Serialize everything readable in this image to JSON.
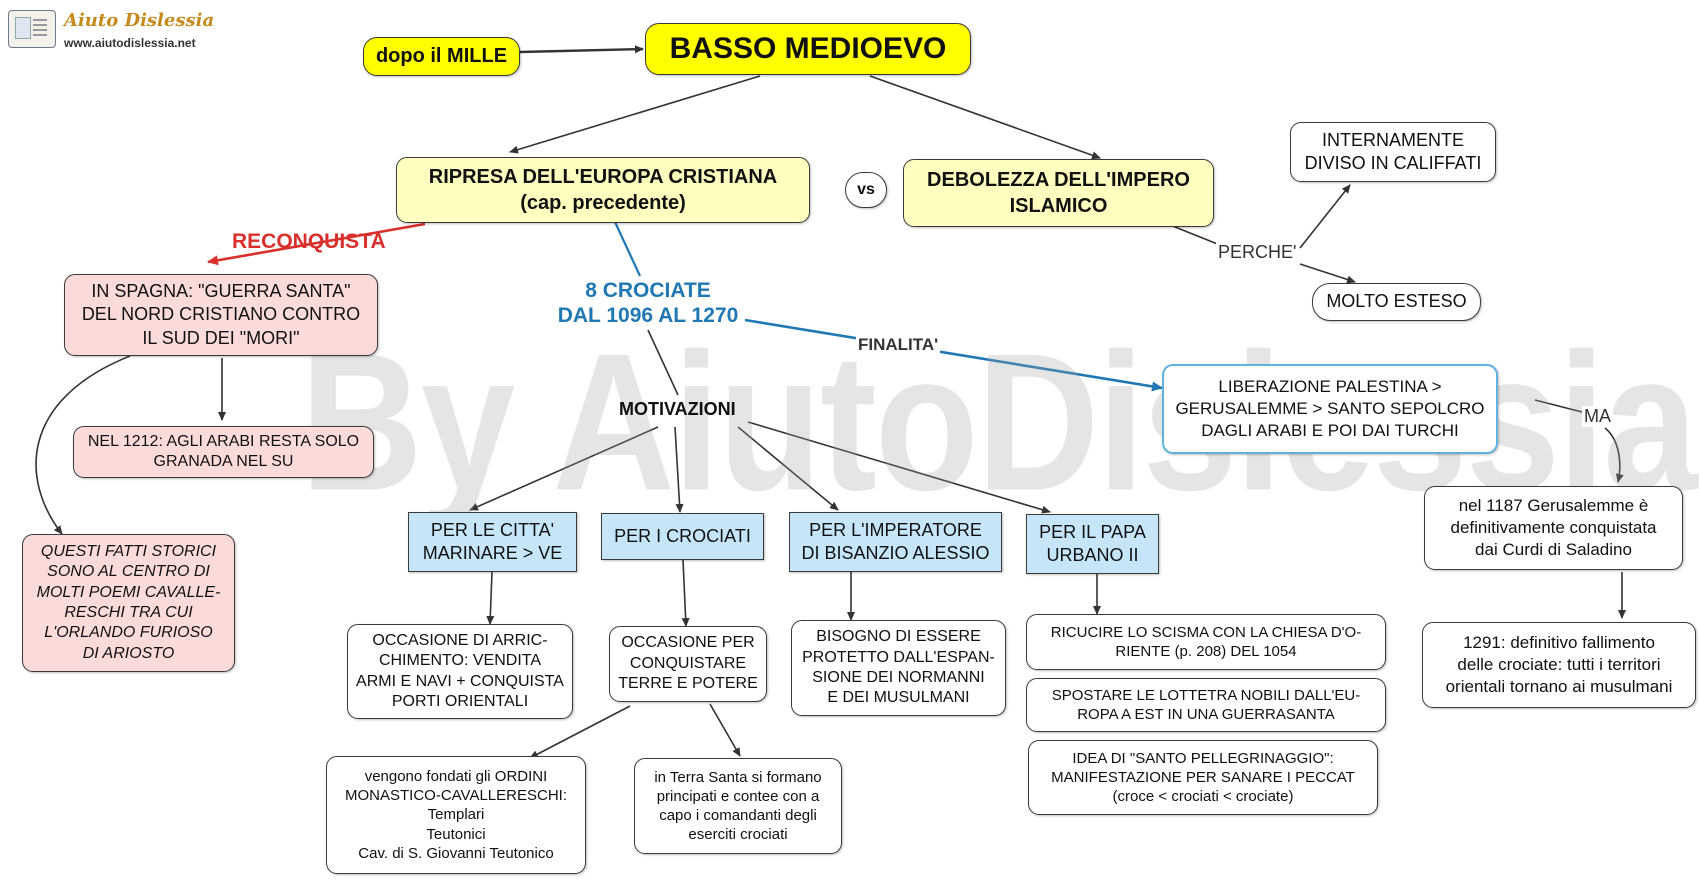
{
  "logo": {
    "title": "Aiuto Dislessia",
    "url": "www.aiutodislessia.net",
    "icon": "book-icon"
  },
  "watermark": "By AiutoDislessia.net",
  "nodes": {
    "dopo_mille": "dopo il MILLE",
    "basso_medioevo": "BASSO MEDIOEVO",
    "ripresa": "RIPRESA DELL'EUROPA CRISTIANA\n(cap. precedente)",
    "vs": "vs",
    "debolezza": "DEBOLEZZA DELL'IMPERO\nISLAMICO",
    "internamente": "INTERNAMENTE\nDIVISO IN CALIFFATI",
    "molto_esteso": "MOLTO ESTESO",
    "spagna": "IN SPAGNA: \"GUERRA SANTA\"\nDEL NORD CRISTIANO CONTRO\nIL SUD DEI \"MORI\"",
    "nel_1212": "NEL 1212: AGLI ARABI RESTA SOLO\nGRANADA NEL SU",
    "fatti_storici": "QUESTI FATTI STORICI\nSONO AL CENTRO DI\nMOLTI POEMI CAVALLE-\nRESCHI TRA CUI\nL'ORLANDO FURIOSO\nDI ARIOSTO",
    "citta_marinare": "PER LE CITTA'\nMARINARE > VE",
    "crociati": "PER I CROCIATI",
    "imperatore": "PER L'IMPERATORE\nDI BISANZIO ALESSIO",
    "papa": "PER IL PAPA\nURBANO II",
    "arricchimento": "OCCASIONE DI ARRIC-\nCHIMENTO: VENDITA\nARMI E NAVI + CONQUISTA\nPORTI ORIENTALI",
    "conquistare": "OCCASIONE PER\nCONQUISTARE\nTERRE E POTERE",
    "protetto": "BISOGNO DI ESSERE\nPROTETTO DALL'ESPAN-\nSIONE DEI NORMANNI\nE DEI MUSULMANI",
    "scisma": "RICUCIRE LO SCISMA CON LA CHIESA D'O-\nRIENTE (p. 208) DEL 1054",
    "spostare": "SPOSTARE LE LOTTETRA NOBILI DALL'EU-\nROPA A EST IN UNA GUERRASANTA",
    "pellegrinaggio": "IDEA DI \"SANTO PELLEGRINAGGIO\":\nMANIFESTAZIONE PER SANARE I PECCAT\n(croce < crociati < crociate)",
    "ordini": "vengono fondati gli ORDINI\nMONASTICO-CAVALLERESCHI:\nTemplari\nTeutonici\nCav. di S. Giovanni Teutonico",
    "terra_santa": "in Terra Santa si formano\nprincipati e contee con a\ncapo i comandanti degli\neserciti crociati",
    "liberazione": "LIBERAZIONE PALESTINA >\nGERUSALEMME > SANTO SEPOLCRO\nDAGLI ARABI E POI DAI TURCHI",
    "nel_1187": "nel 1187 Gerusalemme è\ndefinitivamente conquistata\ndai Curdi di Saladino",
    "fallimento": "1291: definitivo fallimento\ndelle crociate: tutti i territori\norientali tornano ai musulmani"
  },
  "labels": {
    "reconquista": "RECONQUISTA",
    "crociate": "8 CROCIATE\nDAL 1096 AL 1270",
    "motivazioni": "MOTIVAZIONI",
    "finalita": "FINALITA'",
    "perche": "PERCHE'",
    "ma": "MA"
  },
  "colors": {
    "yellow": "#ffff00",
    "cream": "#ffffc0",
    "pink": "#fbdada",
    "blue_fill": "#c6e5f8",
    "blue_outline": "#5fb1e0",
    "crociate_blue": "#1f78b4",
    "reconquista_red": "#d9302c",
    "line": "#333333"
  }
}
